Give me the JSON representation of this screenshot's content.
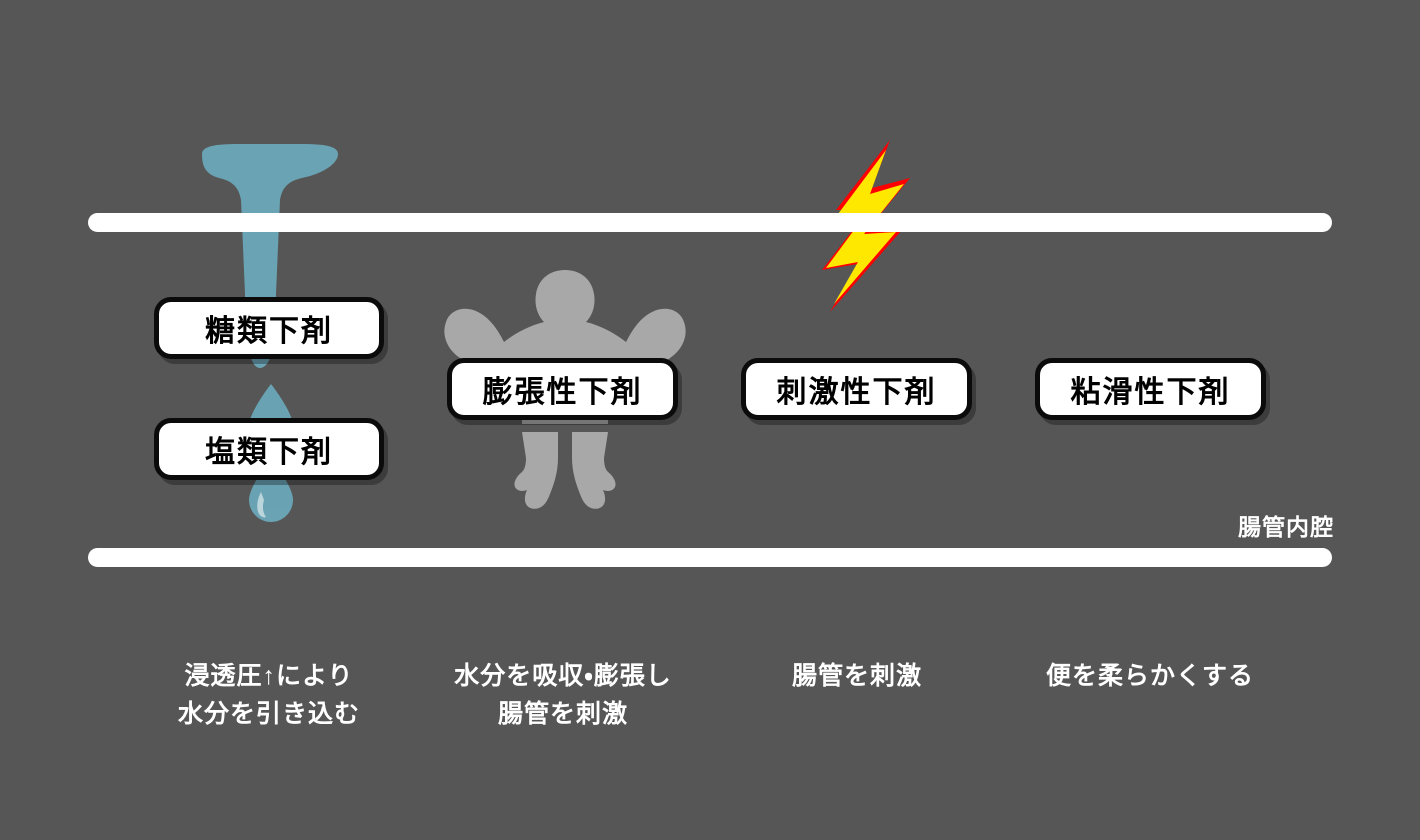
{
  "diagram": {
    "background_color": "#565656",
    "title_text_color": "#ffffff",
    "lumen_label": "腸管内腔",
    "wall": {
      "name": "intestinal-wall",
      "color": "#ffffff"
    },
    "icons": {
      "water_stream": {
        "name": "water-stream-icon",
        "color": "#6ba8b8"
      },
      "water_drops": {
        "name": "water-drop-icon",
        "color": "#6ba8b8"
      },
      "muscle_figure": {
        "name": "muscle-figure-icon",
        "color": "#a8a8a8"
      },
      "lightning": {
        "name": "lightning-bolt-icon",
        "fill": "#ffe800",
        "outline": "#ff0000"
      }
    },
    "chips": [
      {
        "id": "chip-0",
        "label": "糖類下剤"
      },
      {
        "id": "chip-1",
        "label": "塩類下剤"
      },
      {
        "id": "chip-2",
        "label": "膨張性下剤"
      },
      {
        "id": "chip-3",
        "label": "刺激性下剤"
      },
      {
        "id": "chip-4",
        "label": "粘滑性下剤"
      }
    ],
    "captions": [
      {
        "id": "caption-0",
        "line1": "浸透圧↑により",
        "line2": "水分を引き込む"
      },
      {
        "id": "caption-1",
        "line1": "水分を吸収・膨張し",
        "line2": "腸管を刺激"
      },
      {
        "id": "caption-2",
        "line1": "腸管を刺激",
        "line2": ""
      },
      {
        "id": "caption-3",
        "line1": "便を柔らかくする",
        "line2": ""
      }
    ]
  }
}
